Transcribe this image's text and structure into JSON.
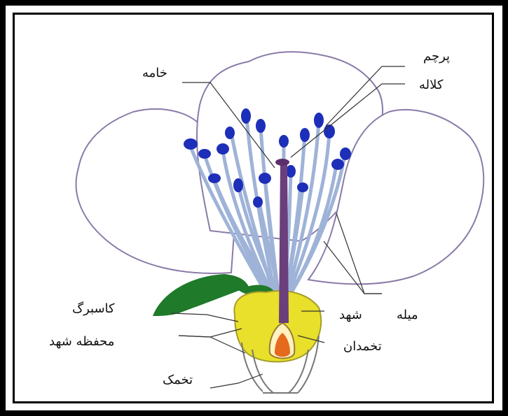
{
  "labels": {
    "stamen": "پرچم",
    "stigma": "کلاله",
    "style": "خامه",
    "sepal": "کاسبرگ",
    "nectary_ring": "محفظه شهد",
    "ovule": "تخمک",
    "filament": "میله",
    "nectar": "شهد",
    "ovary": "تخمدان"
  },
  "colors": {
    "anther": "#1d2fb8",
    "filament": "#9fb3d8",
    "sepal": "#1f7a2a",
    "receptacle": "#e8e02a",
    "ovule": "#e56a1e",
    "style": "#6a3f7c",
    "petal_outline": "#8a7aa8"
  }
}
